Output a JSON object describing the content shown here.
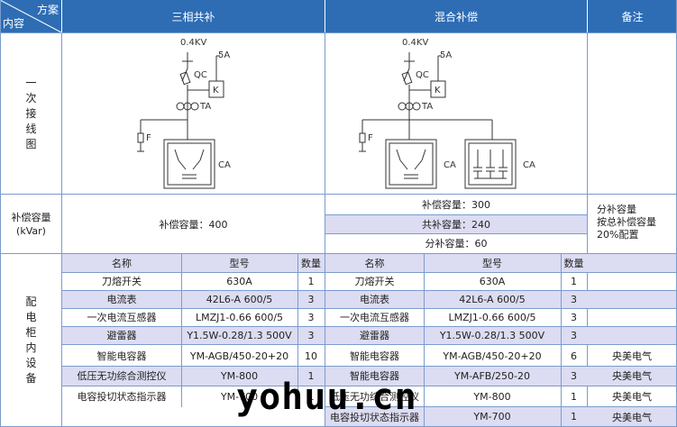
{
  "header": {
    "corner_top": "方案",
    "corner_bottom": "内容",
    "col_three_phase": "三相共补",
    "col_mixed": "混合补偿",
    "col_notes": "备注"
  },
  "rows": {
    "wiring_label": [
      "一",
      "次",
      "接",
      "线",
      "图"
    ],
    "capacity_label_1": "补偿容量",
    "capacity_label_2": "(kVar)",
    "equipment_label": [
      "配",
      "电",
      "柜",
      "内",
      "设",
      "备"
    ]
  },
  "diagram": {
    "voltage": "0.4KV",
    "fuse": "QC",
    "current": "5A",
    "relay": "K",
    "ct": "TA",
    "arrester": "F",
    "capacitor": "CA"
  },
  "capacity": {
    "three_phase": "补偿容量：400",
    "mixed": [
      "补偿容量：300",
      "共补容量：240",
      "分补容量：60"
    ],
    "notes": [
      "分补容量",
      "按总补偿容量",
      "20%配置"
    ]
  },
  "equipment": {
    "headers": {
      "name": "名称",
      "model": "型号",
      "qty": "数量"
    },
    "left": [
      {
        "name": "刀熔开关",
        "model": "630A",
        "qty": "1"
      },
      {
        "name": "电流表",
        "model": "42L6-A  600/5",
        "qty": "3"
      },
      {
        "name": "一次电流互感器",
        "model": "LMZJ1-0.66  600/5",
        "qty": "3"
      },
      {
        "name": "避雷器",
        "model": "Y1.5W-0.28/1.3  500V",
        "qty": "3"
      },
      {
        "name": "智能电容器",
        "model": "YM-AGB/450-20+20",
        "qty": "10"
      },
      {
        "name": "低压无功综合测控仪",
        "model": "YM-800",
        "qty": "1"
      },
      {
        "name": "电容投切状态指示器",
        "model": "YM-700",
        "qty": "1"
      }
    ],
    "right": [
      {
        "name": "刀熔开关",
        "model": "630A",
        "qty": "1",
        "note": ""
      },
      {
        "name": "电流表",
        "model": "42L6-A  600/5",
        "qty": "3",
        "note": ""
      },
      {
        "name": "一次电流互感器",
        "model": "LMZJ1-0.66  600/5",
        "qty": "3",
        "note": ""
      },
      {
        "name": "避雷器",
        "model": "Y1.5W-0.28/1.3  500V",
        "qty": "3",
        "note": ""
      },
      {
        "name": "智能电容器",
        "model": "YM-AGB/450-20+20",
        "qty": "6",
        "note": "央美电气"
      },
      {
        "name": "智能电容器",
        "model": "YM-AFB/250-20",
        "qty": "3",
        "note": "央美电气"
      },
      {
        "name": "低压无功综合测控仪",
        "model": "YM-800",
        "qty": "1",
        "note": "央美电气"
      },
      {
        "name": "电容投切状态指示器",
        "model": "YM-700",
        "qty": "1",
        "note": "央美电气"
      }
    ]
  },
  "watermark": "yohuu.cn"
}
